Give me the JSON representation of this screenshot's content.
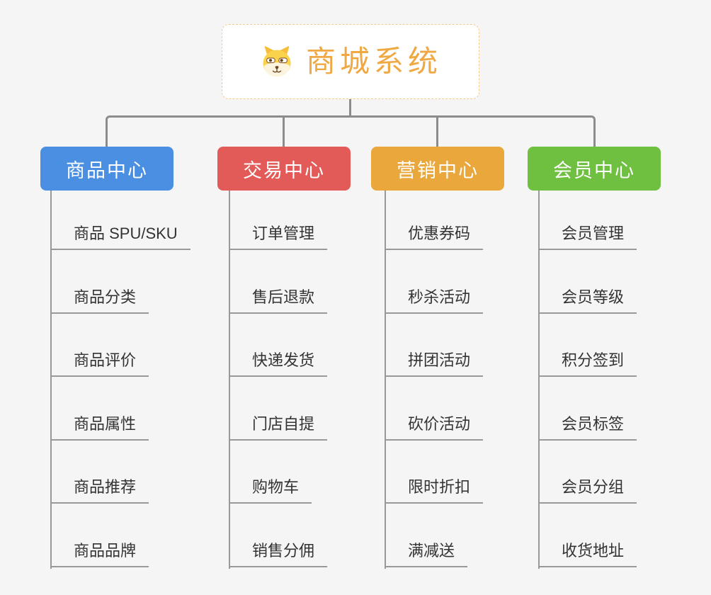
{
  "root": {
    "title": "商城系统",
    "icon": "shiba-dog-icon"
  },
  "branches": [
    {
      "id": "product-center",
      "label": "商品中心",
      "color": "#4B8FE2",
      "children": [
        "商品 SPU/SKU",
        "商品分类",
        "商品评价",
        "商品属性",
        "商品推荐",
        "商品品牌"
      ]
    },
    {
      "id": "trade-center",
      "label": "交易中心",
      "color": "#E25B58",
      "children": [
        "订单管理",
        "售后退款",
        "快递发货",
        "门店自提",
        "购物车",
        "销售分佣"
      ]
    },
    {
      "id": "marketing-center",
      "label": "营销中心",
      "color": "#E9A73C",
      "children": [
        "优惠券码",
        "秒杀活动",
        "拼团活动",
        "砍价活动",
        "限时折扣",
        "满减送"
      ]
    },
    {
      "id": "member-center",
      "label": "会员中心",
      "color": "#6FBF40",
      "children": [
        "会员管理",
        "会员等级",
        "积分签到",
        "会员标签",
        "会员分组",
        "收货地址"
      ]
    }
  ],
  "colors": {
    "background": "#F5F5F5",
    "connector": "#8C8C8C",
    "leaf_line": "#999999",
    "leaf_text": "#333333",
    "root_text": "#F0A843",
    "root_border": "#F3CB8C"
  }
}
